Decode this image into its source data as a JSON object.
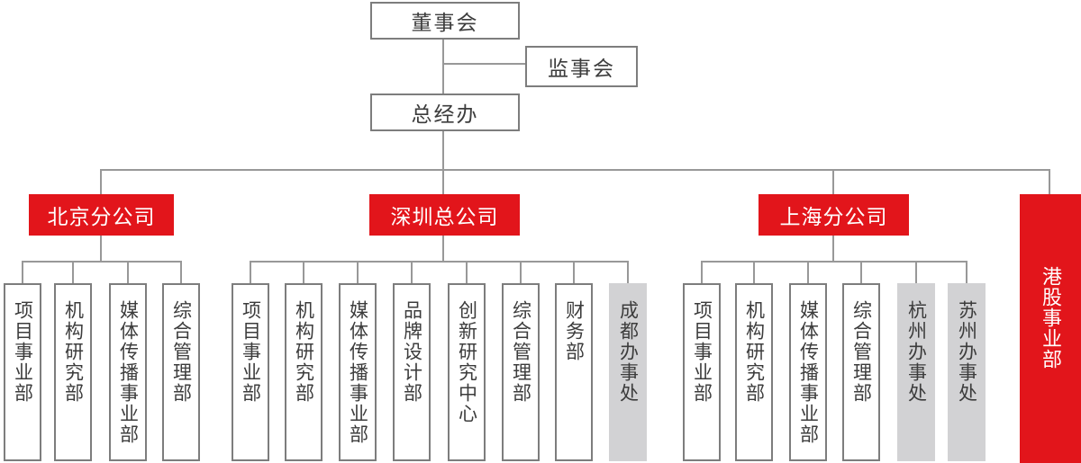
{
  "top": {
    "board": "董事会",
    "supervisory": "监事会",
    "gm_office": "总经办"
  },
  "branches": [
    {
      "name": "北京分公司",
      "departments": [
        {
          "label": "项目事业部",
          "type": "department"
        },
        {
          "label": "机构研究部",
          "type": "department"
        },
        {
          "label": "媒体传播事业部",
          "type": "department"
        },
        {
          "label": "综合管理部",
          "type": "department"
        }
      ]
    },
    {
      "name": "深圳总公司",
      "departments": [
        {
          "label": "项目事业部",
          "type": "department"
        },
        {
          "label": "机构研究部",
          "type": "department"
        },
        {
          "label": "媒体传播事业部",
          "type": "department"
        },
        {
          "label": "品牌设计部",
          "type": "department"
        },
        {
          "label": "创新研究中心",
          "type": "department"
        },
        {
          "label": "综合管理部",
          "type": "department"
        },
        {
          "label": "财务部",
          "type": "department"
        },
        {
          "label": "成都办事处",
          "type": "office"
        }
      ]
    },
    {
      "name": "上海分公司",
      "departments": [
        {
          "label": "项目事业部",
          "type": "department"
        },
        {
          "label": "机构研究部",
          "type": "department"
        },
        {
          "label": "媒体传播事业部",
          "type": "department"
        },
        {
          "label": "综合管理部",
          "type": "department"
        },
        {
          "label": "杭州办事处",
          "type": "office"
        },
        {
          "label": "苏州办事处",
          "type": "office"
        }
      ]
    }
  ],
  "hk_division": {
    "label": "港股事业部"
  },
  "colors": {
    "accent_red": "#e2151b",
    "office_gray": "#d2d2d4",
    "box_border_gray": "#7d7d7d",
    "connector_gray": "#989898",
    "text_dark": "#3c3c3c",
    "text_on_red": "#ffffff"
  }
}
